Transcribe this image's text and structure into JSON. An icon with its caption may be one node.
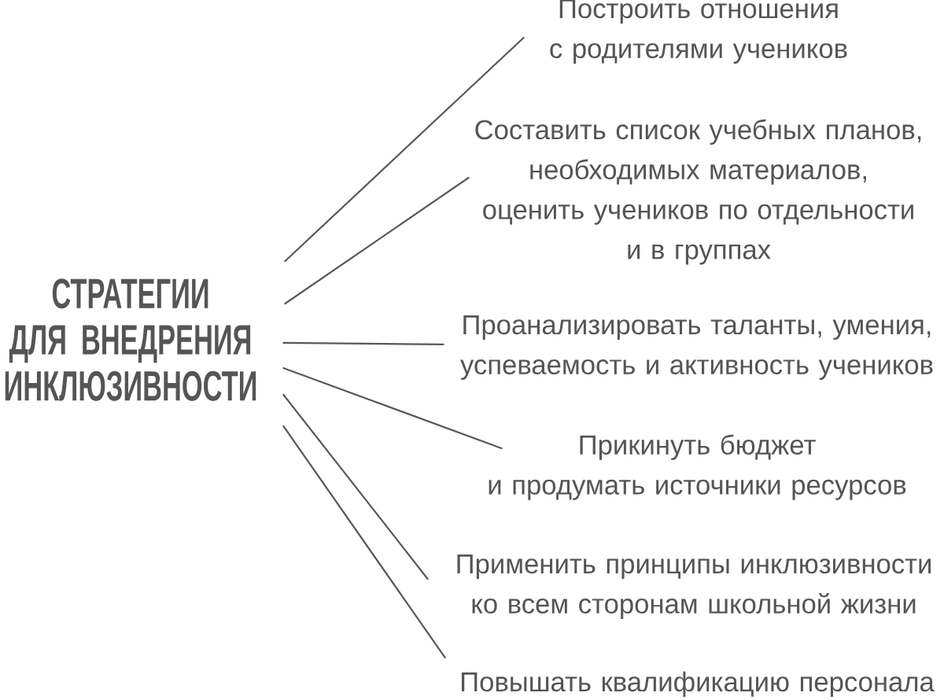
{
  "diagram": {
    "nodes": [
      {
        "text": [
          "СТРАТЕГИИ ДЛЯ ВНЕДРЕНИЯ ИНКЛЮЗИВНОСТИ"
        ]
      },
      {
        "text": [
          "Построить отношения с родителями учеников"
        ]
      },
      {
        "text": [
          "Составить список учебных планов, необходимых материалов, оценить учеников по отдельности и в группах"
        ]
      },
      {
        "text": [
          "Проанализировать таланты, умения, успеваемость и активность учеников"
        ]
      },
      {
        "text": [
          "Прикинуть бюджет и продумать источники ресурсов"
        ]
      },
      {
        "text": [
          "Применить принципы инклюзивности ко всем сторонам школьной жизни"
        ]
      },
      {
        "text": [
          "Повышать квалификацию персонала"
        ]
      }
    ],
    "edges": [
      {
        "from": 0,
        "to": 1,
        "arrow": "none"
      },
      {
        "from": 0,
        "to": 2,
        "arrow": "none"
      },
      {
        "from": 0,
        "to": 3,
        "arrow": "none"
      },
      {
        "from": 0,
        "to": 4,
        "arrow": "none"
      },
      {
        "from": 0,
        "to": 5,
        "arrow": "none"
      },
      {
        "from": 0,
        "to": 6,
        "arrow": "none"
      }
    ]
  }
}
